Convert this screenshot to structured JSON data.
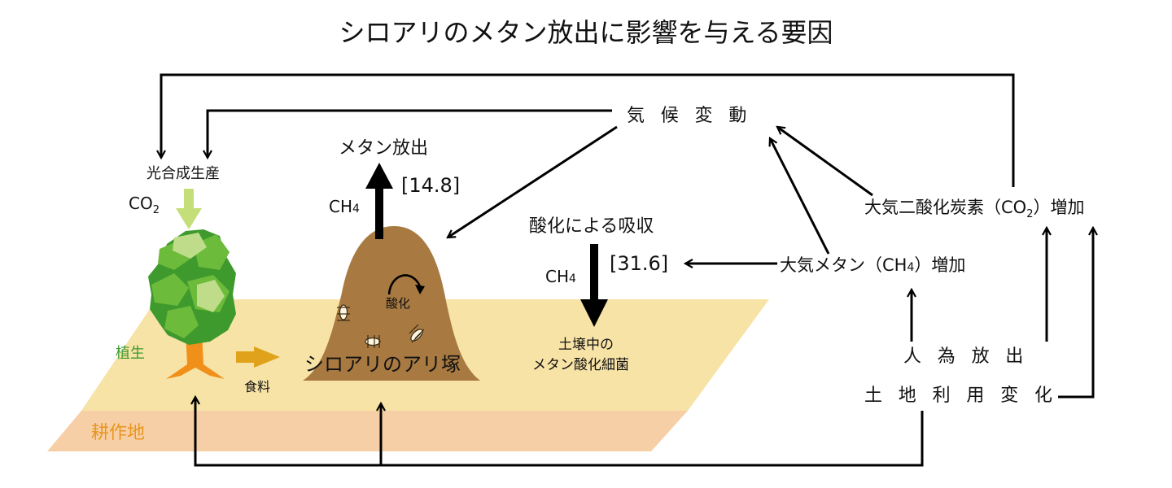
{
  "title": "シロアリのメタン放出に影響を与える要因",
  "labels": {
    "photosynthesis": "光合成生産",
    "co2_in": "CO",
    "co2_in_sub": "2",
    "vegetation": "植生",
    "food": "食料",
    "farmland": "耕作地",
    "methane_emission": "メタン放出",
    "emission_value": "[14.8]",
    "ch4_emit": "CH",
    "ch4_emit_sub": "4",
    "oxidation_small": "酸化",
    "mound": "シロアリのアリ塚",
    "absorption": "酸化による吸収",
    "absorption_value": "[31.6]",
    "ch4_abs": "CH",
    "ch4_abs_sub": "4",
    "soil_bacteria_1": "土壌中の",
    "soil_bacteria_2": "メタン酸化細菌",
    "climate_change": "気候変動",
    "atm_co2_pre": "大気二酸化炭素（CO",
    "atm_co2_sub": "2",
    "atm_co2_post": "）増加",
    "atm_ch4_pre": "大気メタン（CH",
    "atm_ch4_sub": "4",
    "atm_ch4_post": "）増加",
    "anthropogenic": "人為放出",
    "land_use": "土地利用変化"
  },
  "colors": {
    "farmland_fill": "#f8e3a6",
    "farmland_strip": "#f7cfa6",
    "farmland_text": "#e8961e",
    "vegetation_text": "#3f9a2e",
    "mound": "#a87a42",
    "leaf_dark": "#3f9a2e",
    "leaf_mid": "#6cbb3a",
    "leaf_light": "#bfdc8a",
    "trunk": "#f0901a",
    "co2_arrow": "#c4df79",
    "food_arrow": "#e0a21a",
    "line": "#000000"
  }
}
